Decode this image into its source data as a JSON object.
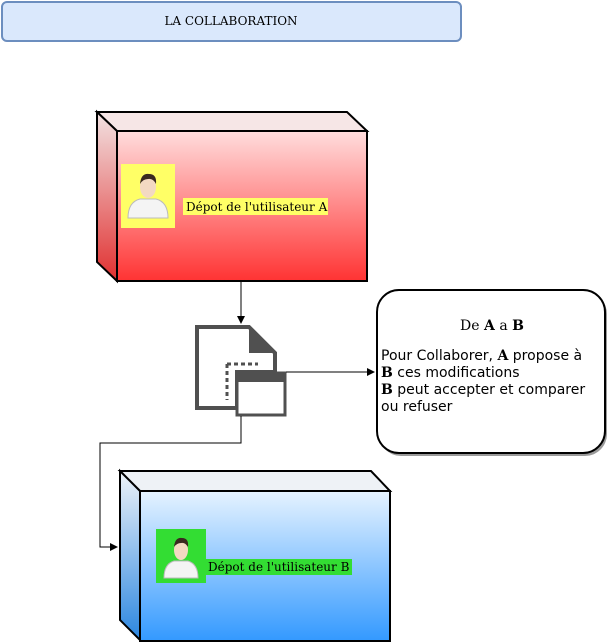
{
  "title": "LA COLLABORATION",
  "repo_a": {
    "label": "Dépot de l'utilisateur A",
    "avatar_icon": "user-avatar-icon",
    "highlight": "#ffff66",
    "top_color": "#ffdddd",
    "bottom_color": "#ff3333"
  },
  "repo_b": {
    "label": "Dépot de l'utilisateur B",
    "avatar_icon": "user-avatar-icon",
    "highlight": "#33dd33",
    "top_color": "#e6f3ff",
    "bottom_color": "#3399ff"
  },
  "patch_icon": "patch-document-icon",
  "note": {
    "head_pre": "De ",
    "head_a": "A",
    "head_mid": " a ",
    "head_b": "B",
    "line1_pre": "Pour Collaborer, ",
    "line1_a": "A",
    "line1_post": " propose à",
    "line2_b": "B",
    "line2_post": " ces modifications",
    "line3_b": "B",
    "line3_post": " peut accepter et comparer",
    "line4": "ou refuser"
  }
}
